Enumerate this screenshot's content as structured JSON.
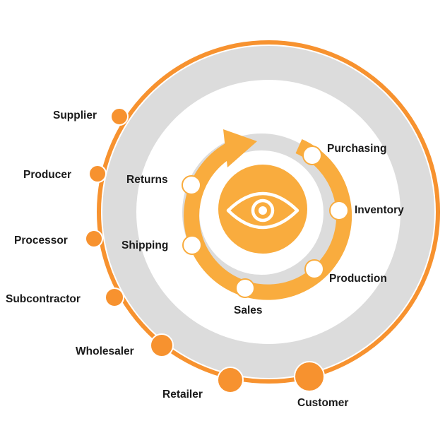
{
  "outer_nodes": [
    {
      "label": "Supplier"
    },
    {
      "label": "Producer"
    },
    {
      "label": "Processor"
    },
    {
      "label": "Subcontractor"
    },
    {
      "label": "Wholesaler"
    },
    {
      "label": "Retailer"
    },
    {
      "label": "Customer"
    }
  ],
  "inner_nodes": [
    {
      "label": "Purchasing"
    },
    {
      "label": "Inventory"
    },
    {
      "label": "Production"
    },
    {
      "label": "Sales"
    },
    {
      "label": "Shipping"
    },
    {
      "label": "Returns"
    }
  ],
  "center_icon": "eye-icon",
  "colors": {
    "orange": "#f7922f",
    "light_orange": "#f9ac3e",
    "gray_ring": "#dcdcdc",
    "node_fill_inner": "#ffffff",
    "text": "#1a1a1a"
  }
}
